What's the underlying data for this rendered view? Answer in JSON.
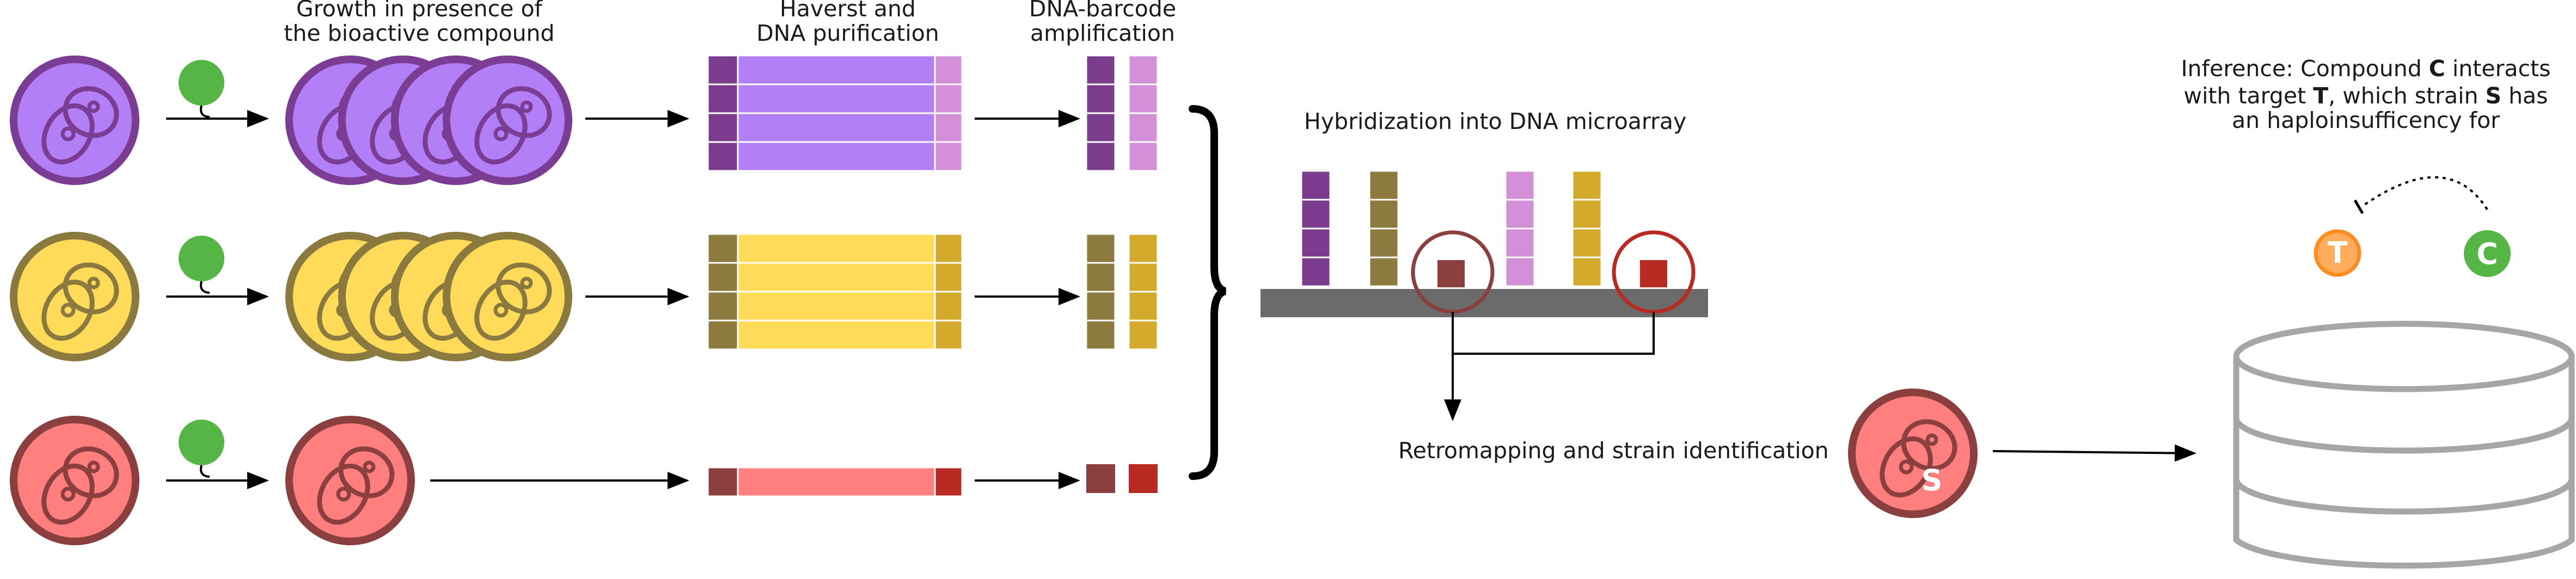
{
  "labels": {
    "growth_line1": "Growth in presence of",
    "growth_line2": "the bioactive compound",
    "harvest_line1": "Haverst and",
    "harvest_line2": "DNA purification",
    "barcode_line1": "DNA-barcode",
    "barcode_line2": "amplification",
    "hybridization": "Hybridization into DNA microarray",
    "retromapping": "Retromapping and strain identification"
  },
  "inference": {
    "l1_a": "Inference: Compound ",
    "l1_b": "C",
    "l1_c": " interacts",
    "l2_a": "with target ",
    "l2_b": "T",
    "l2_c": ", which strain ",
    "l2_d": "S",
    "l2_e": " has",
    "l3": "an haploinsufficency for"
  },
  "badges": {
    "target": "T",
    "compound": "C",
    "strain": "S"
  },
  "strains": [
    {
      "name": "purple",
      "fill": "#b27ff6",
      "stroke": "#7b3c94",
      "barcode_dark": "#7b3c8e",
      "barcode_light": "#d48fd9"
    },
    {
      "name": "yellow",
      "fill": "#ffdb59",
      "stroke": "#8a7a3f",
      "barcode_dark": "#8c7a3e",
      "barcode_light": "#d4aa2c"
    },
    {
      "name": "red",
      "fill": "#ff7f7f",
      "stroke": "#8c3f3f",
      "barcode_dark": "#8c3f3f",
      "barcode_light": "#b82a22"
    }
  ],
  "colors": {
    "compound_green": "#55b646",
    "target_orange": "#ffad5c",
    "microarray_slide": "#6b6b6b",
    "database_stroke": "#a6a6a6",
    "highlight_circle": "#8c3f3f",
    "highlight_circle_right": "#b82a22"
  }
}
